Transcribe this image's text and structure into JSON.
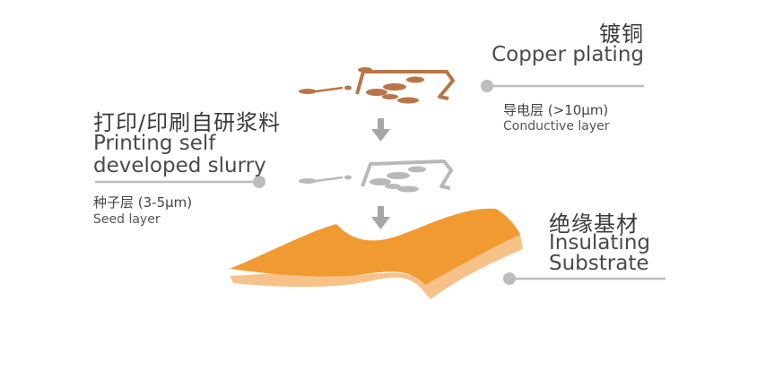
{
  "copper": {
    "zh": "镀铜",
    "en": "Copper plating",
    "sub_zh": "导电层 (>10μm)",
    "sub_en": "Conductive layer"
  },
  "printing": {
    "zh": "打印/印刷自研浆料",
    "en_line1": "Printing self",
    "en_line2": "developed slurry",
    "sub_zh": "种子层 (3-5μm)",
    "sub_en": "Seed layer"
  },
  "substrate": {
    "zh": "绝缘基材",
    "en_line1": "Insulating",
    "en_line2": "Substrate"
  },
  "colors": {
    "copper": "#b7764a",
    "seed": "#b9b9b9",
    "substrate_top": "#f29a32",
    "substrate_edge": "#f6c28a",
    "connector": "#bdbdbd",
    "arrow": "#a7a7a7"
  }
}
